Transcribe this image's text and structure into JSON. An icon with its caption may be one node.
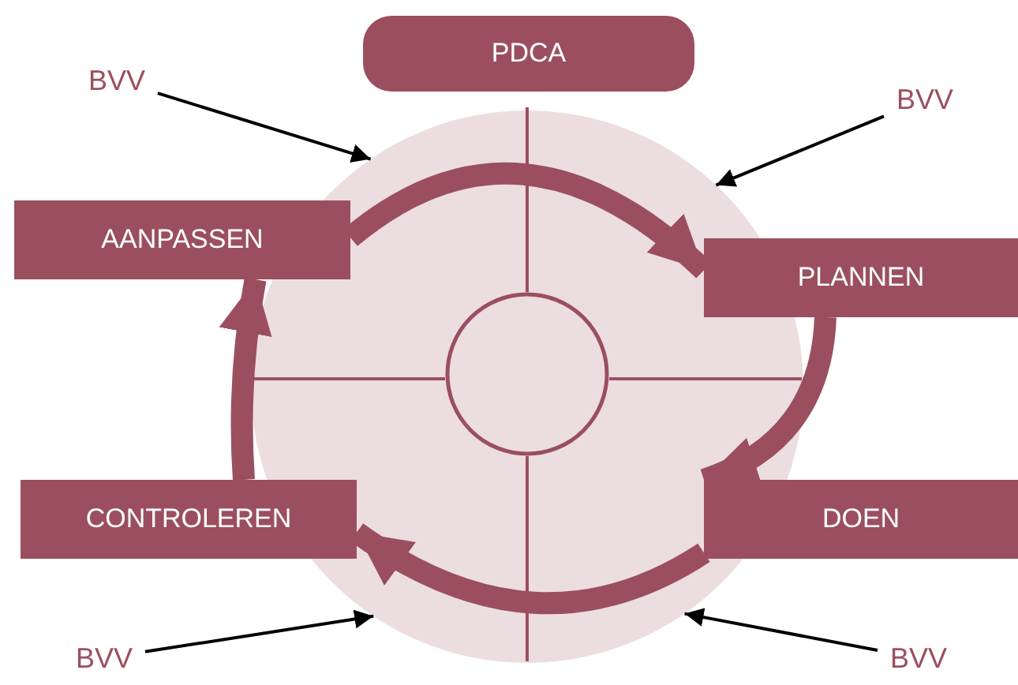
{
  "diagram": {
    "nodes": [
      {
        "text": [
          "PDCA"
        ]
      },
      {
        "text": [
          "BVV"
        ]
      },
      {
        "text": [
          "BVV"
        ]
      },
      {
        "text": [],
        "shape": "circle"
      },
      {
        "text": [],
        "shape": "circle",
        "in": 3
      },
      {
        "text": [
          "AANPASSEN"
        ]
      },
      {
        "text": [
          "PLANNEN"
        ]
      },
      {
        "text": [
          "DOEN"
        ]
      },
      {
        "text": [
          "CONTROLEREN"
        ]
      },
      {
        "text": [
          "BVV"
        ]
      },
      {
        "text": [
          "BVV"
        ]
      }
    ],
    "edges": [
      {
        "from": 1,
        "to": 3,
        "arrow": "to"
      },
      {
        "from": 2,
        "to": 3,
        "arrow": "to"
      },
      {
        "from": 9,
        "to": 3,
        "arrow": "to"
      },
      {
        "from": 10,
        "to": 3,
        "arrow": "to"
      },
      {
        "from": 5,
        "to": 6,
        "arrow": "to",
        "style": "thick",
        "color": "#9b4f5e"
      },
      {
        "from": 6,
        "to": 7,
        "arrow": "to",
        "style": "thick",
        "color": "#9b4f5e"
      },
      {
        "from": 7,
        "to": 8,
        "arrow": "to",
        "style": "thick",
        "color": "#9b4f5e"
      },
      {
        "from": 8,
        "to": 5,
        "arrow": "to",
        "style": "thick",
        "color": "#9b4f5e"
      }
    ]
  }
}
